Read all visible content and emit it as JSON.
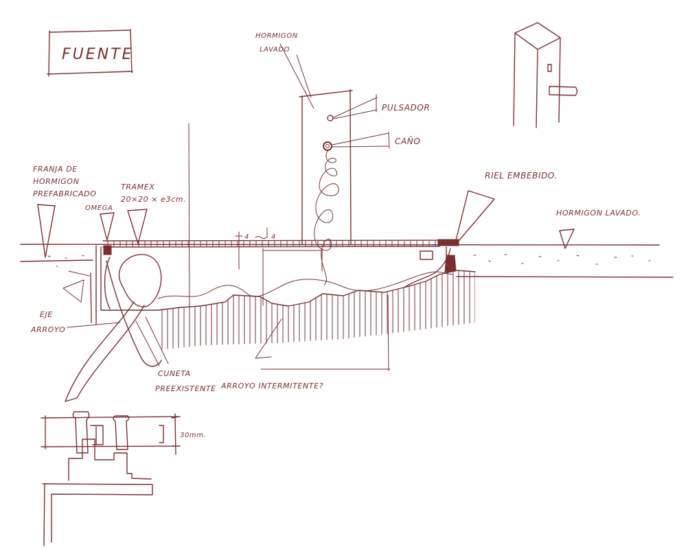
{
  "colors": {
    "ink": "#7a2e2e",
    "paper": "#ffffff"
  },
  "title_box": {
    "label": "FUENTE"
  },
  "labels": {
    "hormigon_lavado_top": [
      "HORMIGON",
      "LAVADO"
    ],
    "pulsador": "PULSADOR",
    "cano": "CAÑO",
    "franja": [
      "FRANJA DE",
      "HORMIGON",
      "PREFABRICADO"
    ],
    "omega": "OMEGA",
    "tramex": [
      "TRAMEX",
      "20×20 × e3cm."
    ],
    "grate_spacing": [
      "4",
      "4"
    ],
    "riel": "RIEL EMBEBIDO.",
    "hormigon_lavado_right": "HORMIGON LAVADO.",
    "eje_arroyo": [
      "EJE",
      "ARROYO"
    ],
    "cuneta": [
      "CUNETA",
      "PREEXISTENTE"
    ],
    "arroyo_intermitente": "ARROYO INTERMITENTE?",
    "detail_dimension": "30mm."
  }
}
